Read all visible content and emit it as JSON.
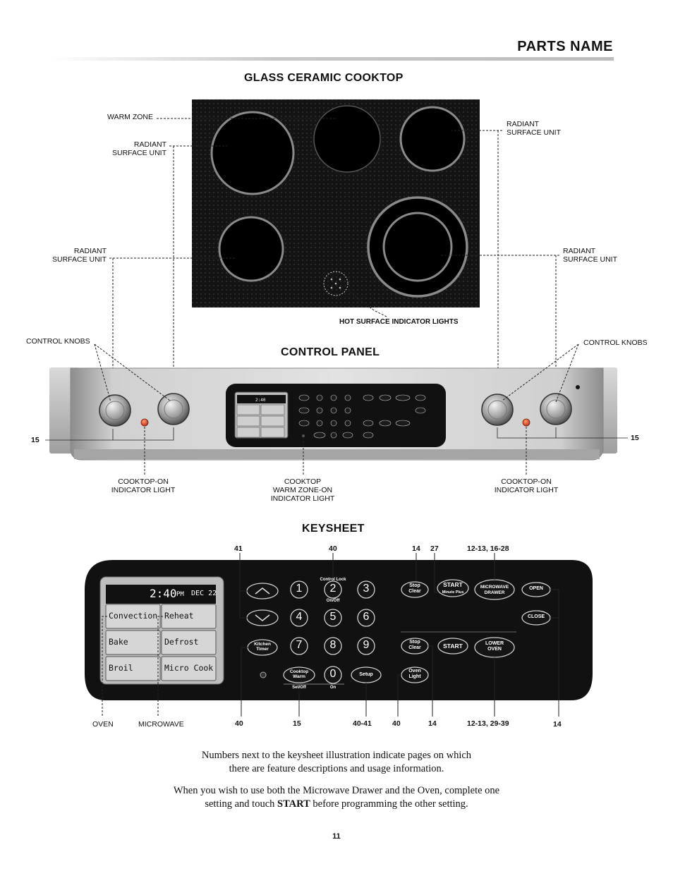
{
  "page": {
    "title": "PARTS NAME",
    "page_number": "11"
  },
  "cooktop": {
    "title": "GLASS CERAMIC COOKTOP",
    "labels": {
      "warm_zone": "WARM ZONE",
      "radiant_top_left": "RADIANT\nSURFACE UNIT",
      "radiant_top_right": "RADIANT\nSURFACE UNIT",
      "radiant_bottom_left": "RADIANT\nSURFACE UNIT",
      "radiant_bottom_right": "RADIANT\nSURFACE UNIT",
      "hot_surface": "HOT SURFACE INDICATOR LIGHTS"
    }
  },
  "control_panel": {
    "title": "CONTROL PANEL",
    "labels": {
      "knobs_left": "CONTROL KNOBS",
      "knobs_right": "CONTROL KNOBS",
      "ref_left": "15",
      "ref_right": "15",
      "cooktop_on_left": "COOKTOP-ON\nINDICATOR LIGHT",
      "warm_zone_on": "COOKTOP\nWARM ZONE-ON\nINDICATOR LIGHT",
      "cooktop_on_right": "COOKTOP-ON\nINDICATOR LIGHT"
    }
  },
  "keysheet": {
    "title": "KEYSHEET",
    "top_refs": [
      "41",
      "40",
      "14",
      "27",
      "12-13, 16-28"
    ],
    "bottom_refs": [
      "40",
      "15",
      "40-41",
      "40",
      "14",
      "12-13, 29-39",
      "14"
    ],
    "side_labels": {
      "oven": "OVEN",
      "microwave": "MICROWAVE"
    },
    "display": {
      "time": "2:40",
      "ampm": "PM",
      "date": "DEC 22",
      "pads": [
        "Convection",
        "Reheat",
        "Bake",
        "Defrost",
        "Broil",
        "Micro Cook"
      ]
    },
    "keys": {
      "control_lock": "Control Lock",
      "on_off": "On/Off",
      "digits": [
        "1",
        "2",
        "3",
        "4",
        "5",
        "6",
        "7",
        "8",
        "9",
        "0"
      ],
      "kitchen_timer": "Kitchen\nTimer",
      "cooktop_warm": "Cooktop\nWarm",
      "set_off": "Set/Off",
      "on": "On",
      "setup": "Setup",
      "stop_clear_top": "Stop\nClear",
      "start_top": "START",
      "minute_plus": "Minute Plus",
      "microwave_drawer": "MICROWAVE\nDRAWER",
      "open": "OPEN",
      "close": "CLOSE",
      "stop_clear_bottom": "Stop\nClear",
      "start_bottom": "START",
      "lower_oven": "LOWER\nOVEN",
      "oven_light": "Oven\nLight"
    }
  },
  "notes": {
    "note1": "Numbers next to the keysheet illustration indicate pages on which\nthere are feature descriptions and usage information.",
    "note2_a": "When you wish to use both the Microwave Drawer and the Oven, complete one\nsetting and touch ",
    "note2_bold": "START",
    "note2_b": " before programming the other setting."
  },
  "colors": {
    "cooktop_glass": "#141414",
    "panel_steel": "#b9b9b9",
    "keysheet_bg": "#111111",
    "indicator_red": "#d2401c"
  }
}
